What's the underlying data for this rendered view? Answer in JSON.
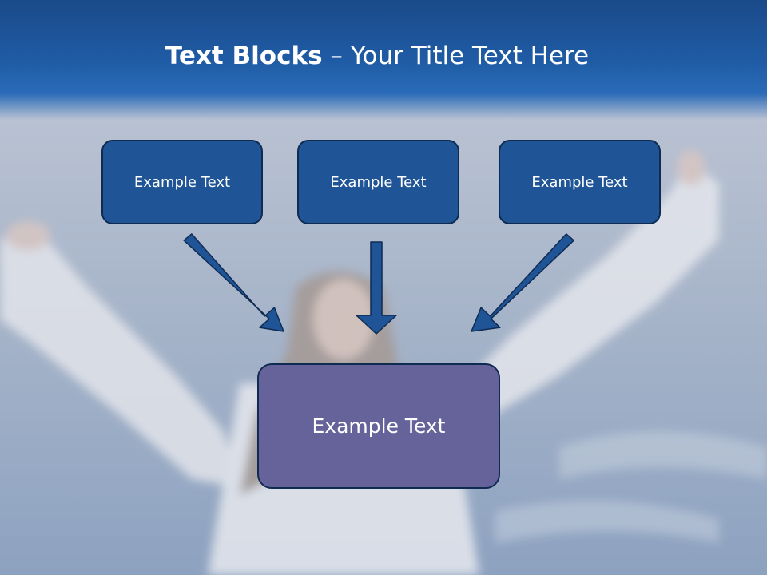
{
  "slide": {
    "title_bold": "Text Blocks",
    "title_dash": " – ",
    "title_rest": "Your Title Text Here",
    "boxes": [
      {
        "label": "Example Text"
      },
      {
        "label": "Example Text"
      },
      {
        "label": "Example Text"
      }
    ],
    "target_box": {
      "label": "Example Text"
    }
  },
  "colors": {
    "title_bar": "#1f5ba4",
    "box_fill": "#1f5596",
    "box_border": "#0f2b52",
    "target_fill": "#66629a",
    "arrow": "#1f5596"
  },
  "background": {
    "image": "person-arms-raised-sky-photo"
  }
}
